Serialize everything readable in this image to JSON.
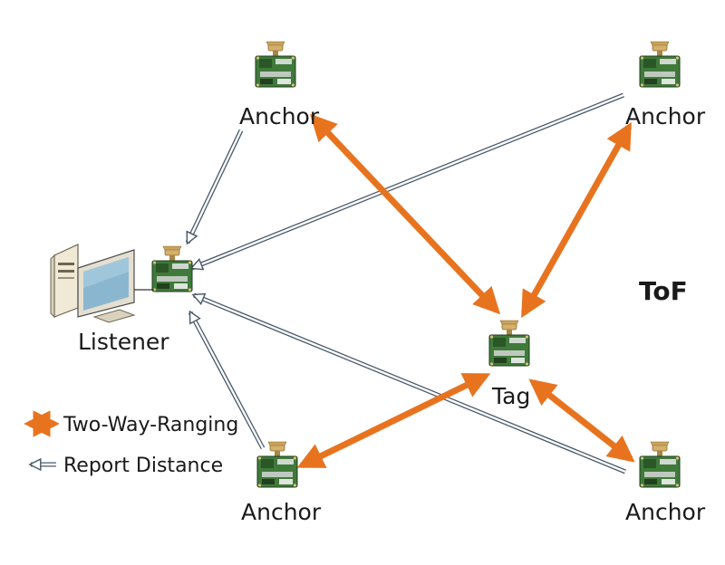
{
  "nodes": {
    "anchor_top_left": {
      "label": "Anchor"
    },
    "anchor_top_right": {
      "label": "Anchor"
    },
    "anchor_bottom_left": {
      "label": "Anchor"
    },
    "anchor_bottom_right": {
      "label": "Anchor"
    },
    "tag": {
      "label": "Tag"
    },
    "listener": {
      "label": "Listener"
    }
  },
  "method_label": "ToF",
  "legend": {
    "two_way_ranging": "Two-Way-Ranging",
    "report_distance": "Report Distance"
  },
  "colors": {
    "ranging_arrow": "#e8731f",
    "report_arrow_outline": "#4a5a6a",
    "board_green": "#3f7a3a",
    "antenna": "#c9a35a"
  },
  "icons": {
    "board": "uwb-module-icon",
    "computer": "desktop-computer-icon"
  }
}
